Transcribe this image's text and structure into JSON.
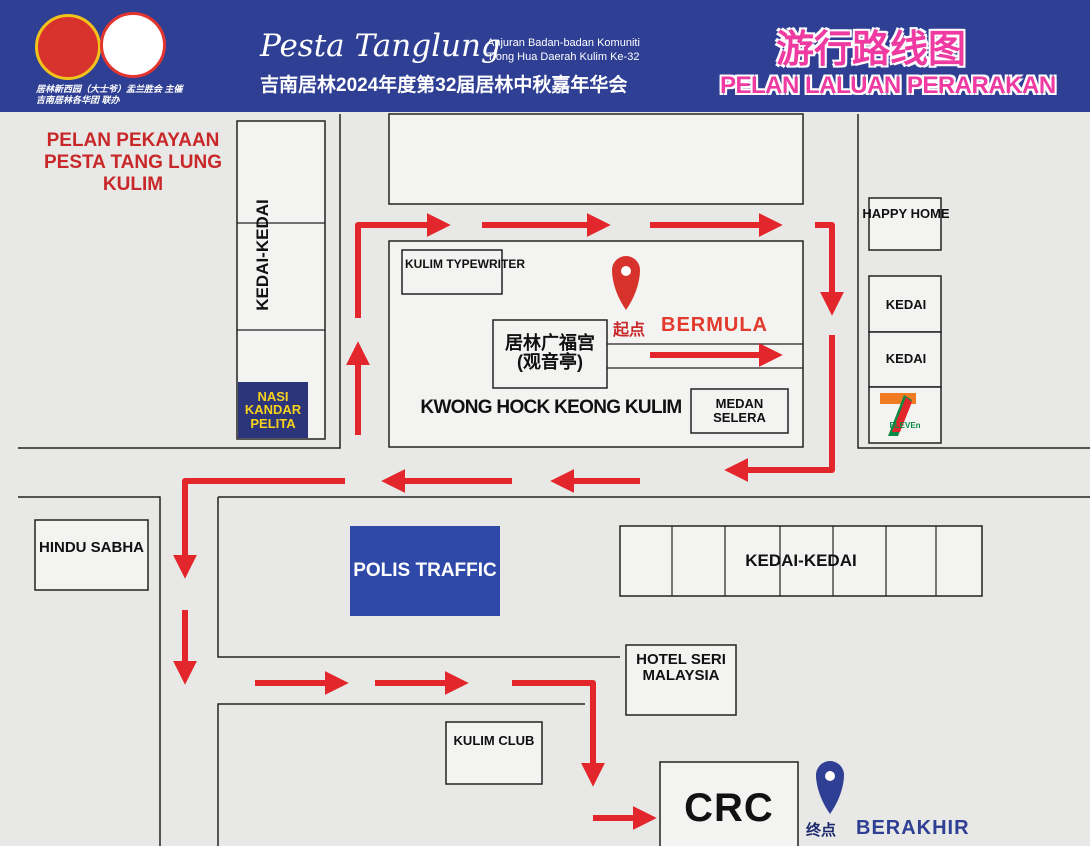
{
  "header": {
    "script_title": "Pesta Tanglung",
    "subtitle_line1": "Anjuran Badan-badan Komuniti",
    "subtitle_line2": "Tiong Hua Daerah Kulim Ke-32",
    "chinese_title": "吉南居林2024年度第32届居林中秋嘉年华会",
    "organisers_line1": "居林新西园（大士爷）盂兰胜会 主催",
    "organisers_line2": "吉南居林各华团 联办",
    "route_title_cn": "游行路线图",
    "route_title_bm": "PELAN LALUAN PERARAKAN",
    "background_color": "#2f3f93",
    "accent_color": "#ee3aa1"
  },
  "map": {
    "title": "PELAN PEKAYAAN PESTA TANG LUNG KULIM",
    "labels": {
      "kedai_kedai_vertical": "KEDAI-KEDAI",
      "nasi_kandar": "NASI KANDAR PELITA",
      "kulim_typewriter": "KULIM TYPEWRITER",
      "temple_cn_line1": "居林广福宫",
      "temple_cn_line2": "(观音亭)",
      "kwong_hock_keong": "KWONG HOCK KEONG KULIM",
      "medan_selera": "MEDAN SELERA",
      "happy_home": "HAPPY HOME",
      "kedai_1": "KEDAI",
      "kedai_2": "KEDAI",
      "seven_eleven": "ELEVEn",
      "hindu_sabha": "HINDU SABHA",
      "polis_traffic": "POLIS TRAFFIC",
      "kedai_kedai_row": "KEDAI-KEDAI",
      "hotel_seri_malaysia": "HOTEL SERI MALAYSIA",
      "kulim_club": "KULIM CLUB",
      "crc": "CRC"
    },
    "start": {
      "cn": "起点",
      "bm": "BERMULA",
      "pin_color": "#d8322c"
    },
    "end": {
      "cn": "终点",
      "bm": "BERAKHIR",
      "pin_color": "#2f3f93"
    },
    "route_color": "#e3262c"
  }
}
